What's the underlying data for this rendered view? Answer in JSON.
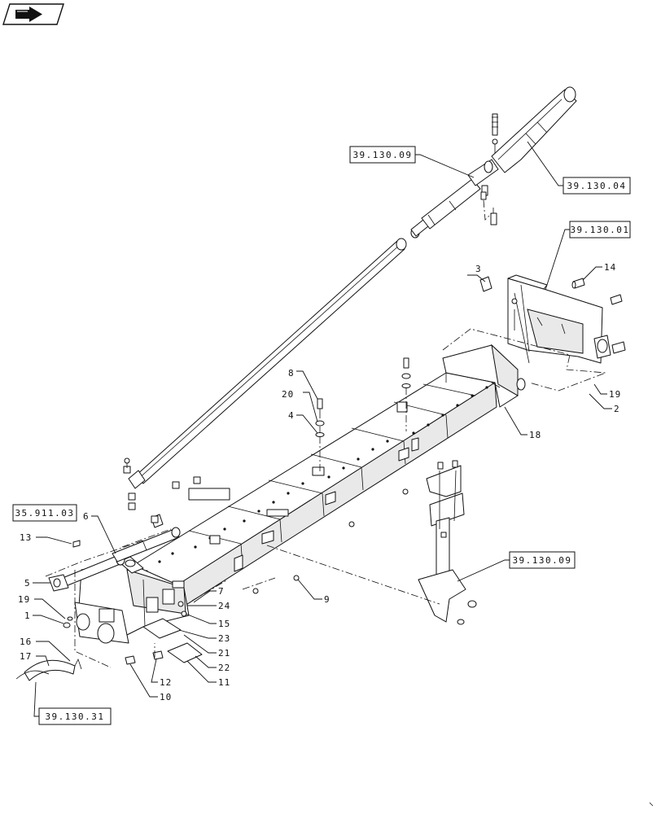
{
  "nav_icon": {
    "name": "arrow-right-icon"
  },
  "references": {
    "r1": "39.130.09",
    "r2": "39.130.04",
    "r3": "39.130.01",
    "r4": "35.911.03",
    "r5": "39.130.09",
    "r6": "39.130.31"
  },
  "callouts": {
    "c1": "1",
    "c2": "2",
    "c3": "3",
    "c4": "4",
    "c5": "5",
    "c6": "6",
    "c7": "7",
    "c8": "8",
    "c9": "9",
    "c10": "10",
    "c11": "11",
    "c12": "12",
    "c13": "13",
    "c14": "14",
    "c15": "15",
    "c16": "16",
    "c17": "17",
    "c18": "18",
    "c19a": "19",
    "c19b": "19",
    "c20": "20",
    "c21": "21",
    "c22": "22",
    "c23": "23",
    "c24": "24"
  }
}
